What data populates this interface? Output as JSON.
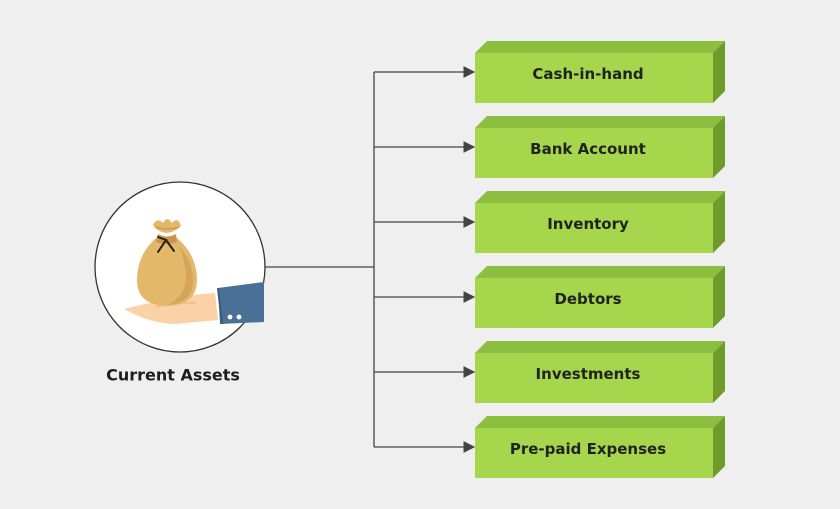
{
  "root": {
    "label": "Current Assets",
    "icon": "money-bag-on-hand-icon"
  },
  "items": [
    {
      "label": "Cash-in-hand"
    },
    {
      "label": "Bank Account"
    },
    {
      "label": "Inventory"
    },
    {
      "label": "Debtors"
    },
    {
      "label": "Investments"
    },
    {
      "label": "Pre-paid Expenses"
    }
  ],
  "colors": {
    "background": "#efefef",
    "box_front": "#a6d64c",
    "box_top": "#8cbf3f",
    "box_side": "#6e9b2a",
    "connector": "#444444",
    "circle_stroke": "#333333",
    "bag": "#e4b86a",
    "bag_shadow": "#c9954a",
    "hand": "#fbd2a8",
    "sleeve": "#4b7098"
  }
}
